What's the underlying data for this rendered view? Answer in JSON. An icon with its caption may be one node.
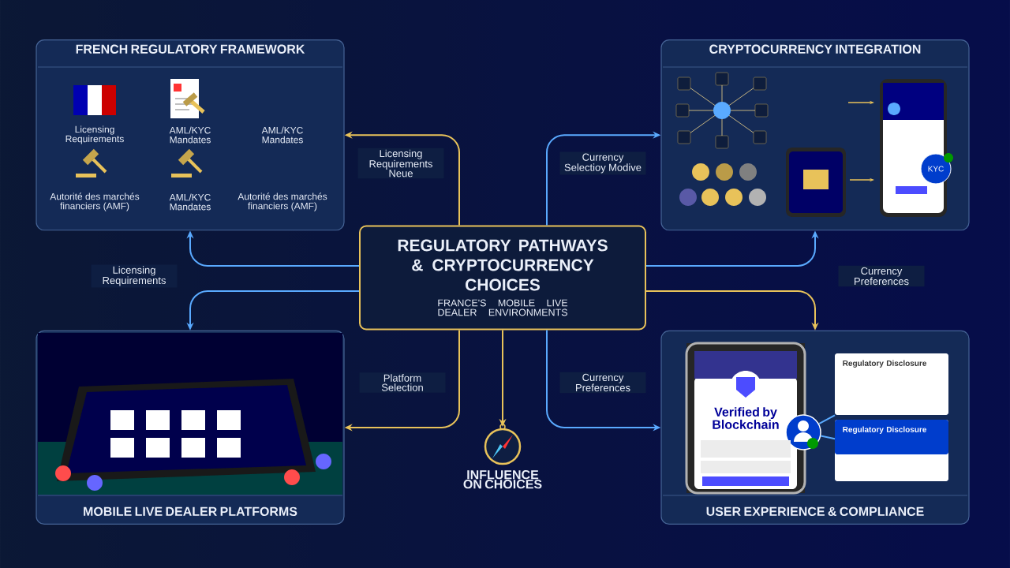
{
  "diagram": {
    "nodes": [
      {
        "text": [
          "FRENCH REGULATORY FRAMEWORK"
        ]
      },
      {
        "text": [
          "CRYPTOCURRENCY INTEGRATION"
        ]
      },
      {
        "text": [
          "REGULATORY PATHWAYS & CRYPTOCURRENCY CHOICES",
          "FRANCE'S MOBILE LIVE DEALER ENVIRONMENTS"
        ]
      },
      {
        "text": [
          "MOBILE LIVE DEALER PLATFORMS"
        ]
      },
      {
        "text": [
          "USER EXPERIENCE & COMPLIANCE"
        ]
      },
      {
        "text": [
          "Verified by Blockchain"
        ],
        "in": 4
      },
      {
        "text": [
          "Regulatory Disclosure"
        ],
        "in": 4
      },
      {
        "text": [
          "Regulatory Disclosure"
        ],
        "in": 4
      },
      {
        "text": [],
        "shape": "circle",
        "in": 4
      },
      {
        "text": [
          "INFLUENCE ON CHOICES"
        ]
      }
    ],
    "edges": [
      {
        "from": 2,
        "to": 0,
        "arrow": "to",
        "label": "Licensing Requirements Neue",
        "color": "#e8c25a"
      },
      {
        "from": 2,
        "to": 0,
        "arrow": "to",
        "label": "Licensing Requirements"
      },
      {
        "from": 2,
        "to": 3,
        "arrow": "to"
      },
      {
        "from": 2,
        "to": 3,
        "arrow": "to",
        "label": "Platform Selection",
        "color": "#e8c25a"
      },
      {
        "from": 2,
        "to": 1,
        "arrow": "to",
        "label": "Currency Selectioy Modive"
      },
      {
        "from": 2,
        "to": 1,
        "arrow": "to"
      },
      {
        "from": 2,
        "to": 4,
        "arrow": "to",
        "label": "Currency Preferences",
        "color": "#e8c25a"
      },
      {
        "from": 2,
        "to": 4,
        "arrow": "to",
        "label": "Currency Preferences"
      },
      {
        "from": 2,
        "to": 9,
        "arrow": "to",
        "color": "#e8c25a"
      },
      {
        "from": 8,
        "to": 6,
        "arrow": "none"
      },
      {
        "from": 8,
        "to": 7,
        "arrow": "none"
      }
    ],
    "labels": [
      "Licensing Requirements",
      "AML/KYC Mandates",
      "AML/KYC Mandates",
      "Autorité des marchés financiers (AMF)",
      "AML/KYC Mandates",
      "Autorité des marchés financiers (AMF)",
      "KYC"
    ]
  }
}
